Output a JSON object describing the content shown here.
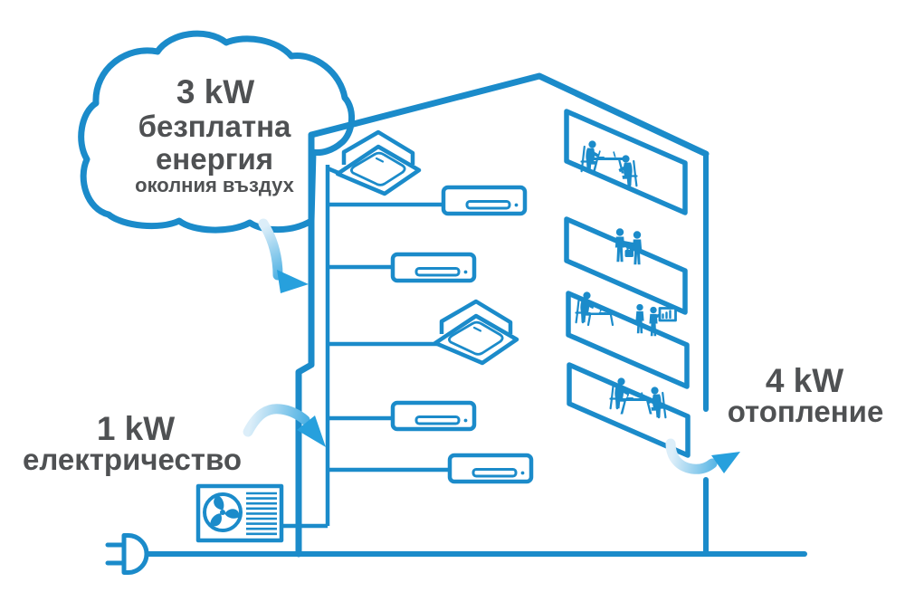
{
  "labels": {
    "cloud": {
      "kw": "3 kW",
      "l1": "безплатна",
      "l2": "енергия",
      "l3": "околния въздух"
    },
    "electricity": {
      "kw": "1 kW",
      "word": "електричество"
    },
    "heating": {
      "kw": "4 kW",
      "word": "отопление"
    }
  },
  "colors": {
    "line_blue": "#1b8bca",
    "accent_blue": "#27a0dd",
    "arrow_fade": "#dceef9",
    "text_gray": "#4f5153",
    "background": "#ffffff"
  },
  "icons": {
    "cloud": "cloud-icon",
    "building": "building-outline-icon",
    "cassette_unit": "ceiling-cassette-ac-icon",
    "wall_unit": "wall-mounted-ac-icon",
    "outdoor_unit": "outdoor-heat-pump-unit-icon",
    "fan": "fan-icon",
    "plug": "power-plug-icon",
    "flow_arrow": "curved-flow-arrow-icon",
    "window_scenes": [
      "office-meeting-scene",
      "handshake-scene",
      "desk-and-presentation-scene",
      "office-meeting-scene"
    ]
  },
  "equipment_counts": {
    "cassette_units": 2,
    "wall_units": 4,
    "outdoor_units": 1,
    "windows": 4
  }
}
